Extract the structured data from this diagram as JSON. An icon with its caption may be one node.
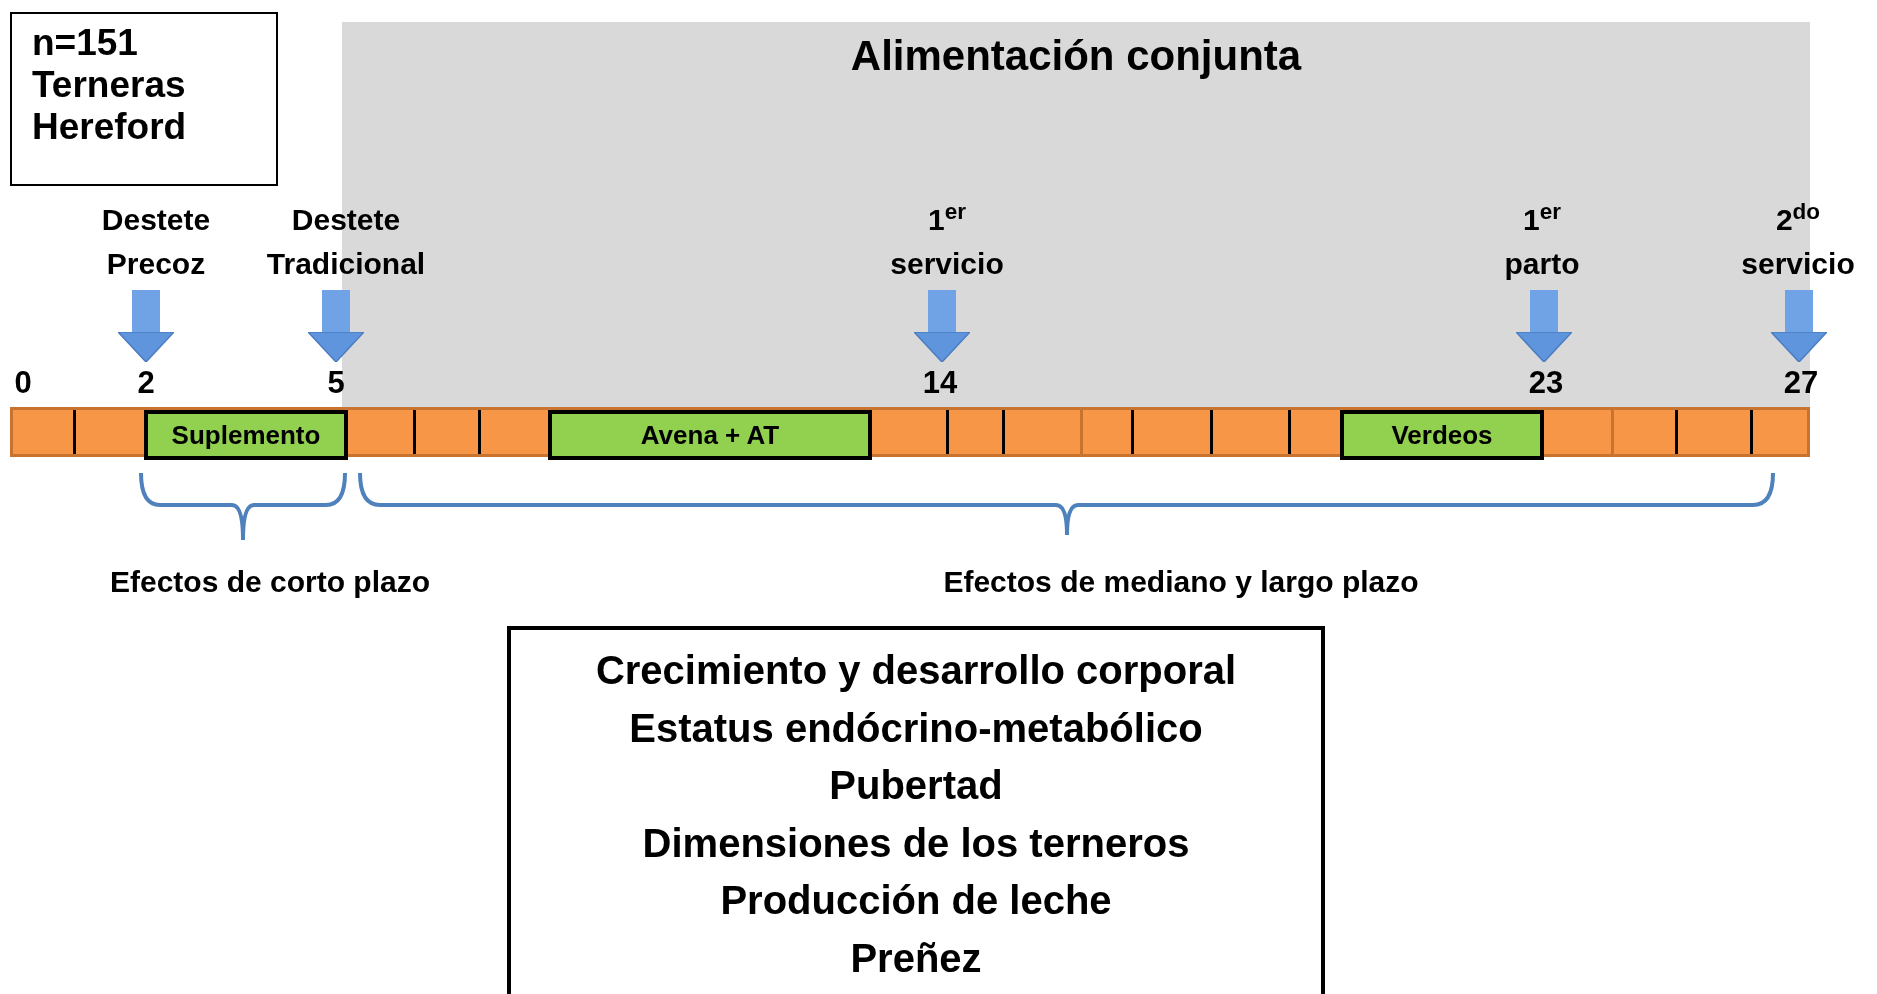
{
  "diagram": {
    "nodes": [
      {
        "text": [
          "n=151 Terneras Hereford"
        ]
      },
      {
        "text": [
          "Alimentación conjunta"
        ]
      },
      {
        "text": [
          "Destete Precoz"
        ]
      },
      {
        "text": [
          "Destete Tradicional"
        ]
      },
      {
        "text": [
          "1$^{er}$ servicio"
        ],
        "in": 1
      },
      {
        "text": [
          "1$^{er}$ parto"
        ],
        "in": 1
      },
      {
        "text": [
          "2$^{do}$ servicio"
        ]
      },
      {
        "text": [
          "0"
        ]
      },
      {
        "text": [
          "2"
        ]
      },
      {
        "text": [
          "5"
        ]
      },
      {
        "text": [
          "14"
        ],
        "in": 1
      },
      {
        "text": [
          "23"
        ],
        "in": 1
      },
      {
        "text": [
          "27"
        ]
      },
      {
        "text": [],
        "shape": "bar"
      },
      {
        "text": [
          "Suplemento"
        ],
        "in": 13
      },
      {
        "text": [
          "Avena + AT"
        ],
        "in": 13
      },
      {
        "text": [
          "Verdeos"
        ],
        "in": 13
      },
      {
        "text": [
          "Crecimiento y desarrollo corporal",
          "Estatus endócrino-metabólico",
          "Pubertad",
          "Dimensiones de los terneros",
          "Producción de leche",
          "Preñez"
        ]
      }
    ],
    "edges": [
      {
        "from": 2,
        "to": 8,
        "arrow": "to"
      },
      {
        "from": 3,
        "to": 9,
        "arrow": "to"
      },
      {
        "from": 4,
        "to": 10,
        "arrow": "to"
      },
      {
        "from": 5,
        "to": 11,
        "arrow": "to"
      },
      {
        "from": 6,
        "to": 12,
        "arrow": "to"
      }
    ],
    "labels": [
      "Efectos de corto plazo",
      "Efectos de mediano y largo plazo"
    ]
  }
}
